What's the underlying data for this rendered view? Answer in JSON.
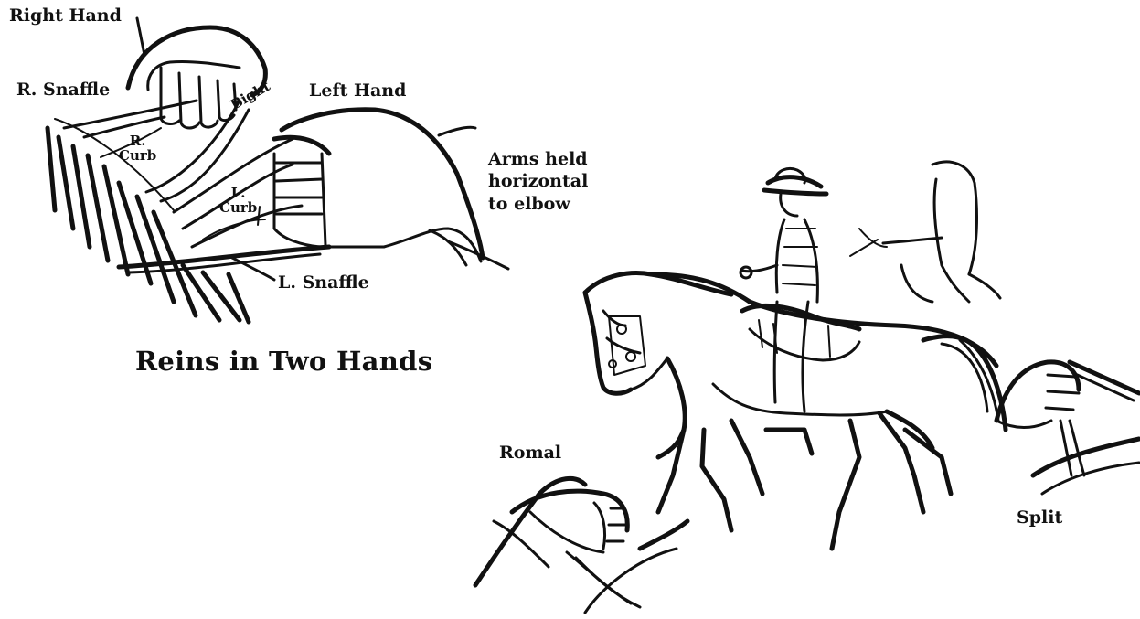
{
  "title": "Reins in Two Hands",
  "labels": {
    "right_hand": "Right Hand",
    "r_snaffle": "R. Snaffle",
    "left_hand": "Left Hand",
    "bight": "Bight",
    "r_curb": "R.\nCurb",
    "l_curb": "L.\nCurb",
    "arms_note": "Arms held\nhorizontal\nto elbow",
    "l_snaffle": "L. Snaffle",
    "romal": "Romal",
    "split": "Split"
  }
}
